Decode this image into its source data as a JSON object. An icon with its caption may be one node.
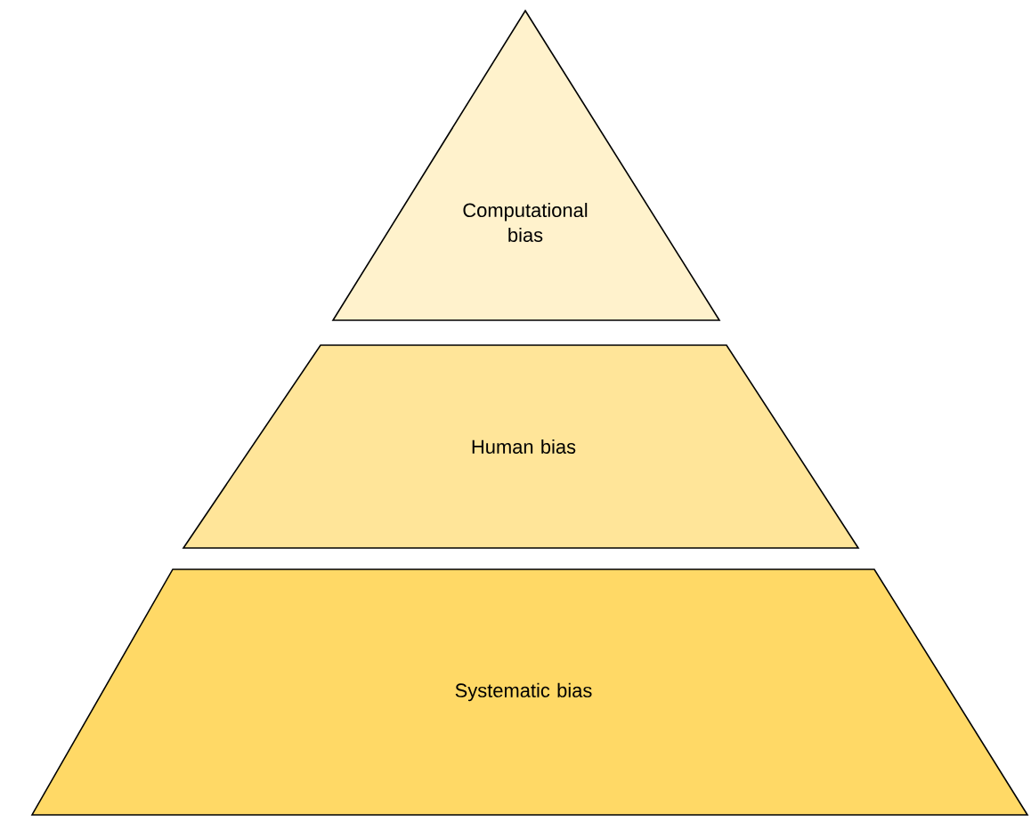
{
  "diagram": {
    "nodes": [
      {
        "text": [
          "Computational bias"
        ]
      },
      {
        "text": [
          "Human bias"
        ]
      },
      {
        "text": [
          "Systematic bias"
        ]
      }
    ]
  }
}
